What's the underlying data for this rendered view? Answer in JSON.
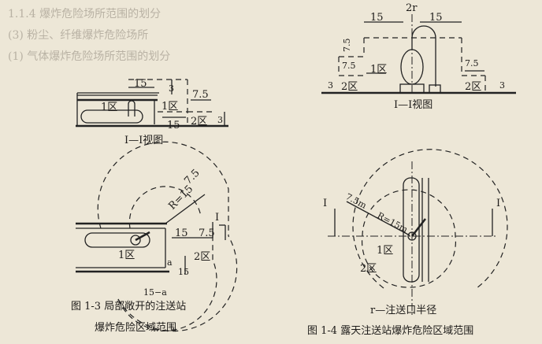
{
  "bleed_through": {
    "heading_1": "1.1.4 爆炸危险场所范围的划分",
    "heading_2": "(1) 气体爆炸危险场所范围的划分",
    "heading_3": "(3) 粉尘、纤维爆炸危险场所"
  },
  "figure_1_3": {
    "elevation": {
      "dims": [
        "15",
        "3",
        "7.5",
        "15",
        "3"
      ],
      "zones": [
        "1区",
        "1区",
        "2区"
      ],
      "caption": "I—I视图"
    },
    "plan": {
      "dims": [
        "R=15",
        "7.5",
        "15",
        "7.5",
        "a",
        "15",
        "15−a"
      ],
      "zones": [
        "1区",
        "2区"
      ],
      "section_mark": "I"
    },
    "caption_line1": "图 1-3   局部敞开的注送站",
    "caption_line2": "爆炸危险区域范围"
  },
  "figure_1_4": {
    "elevation": {
      "dims": [
        "15",
        "2r",
        "15",
        "7.5",
        "7.5",
        "7.5",
        "3",
        "3"
      ],
      "zones": [
        "1区",
        "2区",
        "2区"
      ],
      "caption": "I—I视图"
    },
    "plan": {
      "dims": [
        "7.5m",
        "R=15m"
      ],
      "zones": [
        "1区",
        "2区"
      ],
      "section_mark": "I"
    },
    "legend": "r—注送口半径",
    "caption": "图 1-4   露天注送站爆炸危险区域范围"
  }
}
